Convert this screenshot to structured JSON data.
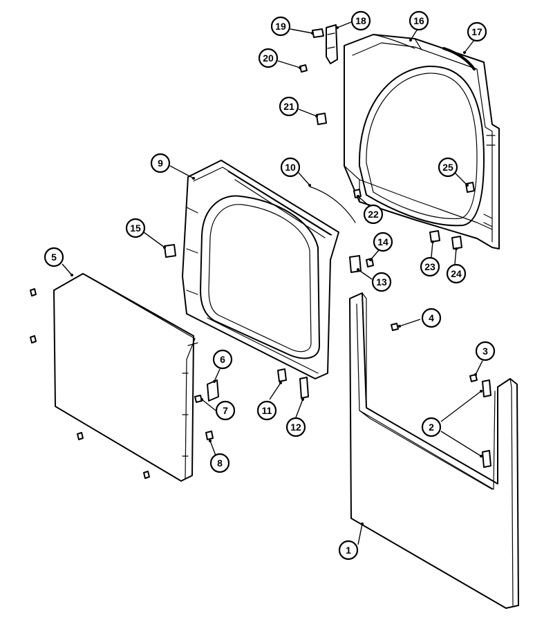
{
  "callouts": [
    {
      "id": "c1",
      "label": "1"
    },
    {
      "id": "c2",
      "label": "2"
    },
    {
      "id": "c3",
      "label": "3"
    },
    {
      "id": "c4",
      "label": "4"
    },
    {
      "id": "c5",
      "label": "5"
    },
    {
      "id": "c6",
      "label": "6"
    },
    {
      "id": "c7",
      "label": "7"
    },
    {
      "id": "c8",
      "label": "8"
    },
    {
      "id": "c9",
      "label": "9"
    },
    {
      "id": "c10",
      "label": "10"
    },
    {
      "id": "c11",
      "label": "11"
    },
    {
      "id": "c12",
      "label": "12"
    },
    {
      "id": "c13",
      "label": "13"
    },
    {
      "id": "c14",
      "label": "14"
    },
    {
      "id": "c15",
      "label": "15"
    },
    {
      "id": "c16",
      "label": "16"
    },
    {
      "id": "c17",
      "label": "17"
    },
    {
      "id": "c18",
      "label": "18"
    },
    {
      "id": "c19",
      "label": "19"
    },
    {
      "id": "c20",
      "label": "20"
    },
    {
      "id": "c21",
      "label": "21"
    },
    {
      "id": "c22",
      "label": "22"
    },
    {
      "id": "c23",
      "label": "23"
    },
    {
      "id": "c24",
      "label": "24"
    },
    {
      "id": "c25",
      "label": "25"
    }
  ]
}
